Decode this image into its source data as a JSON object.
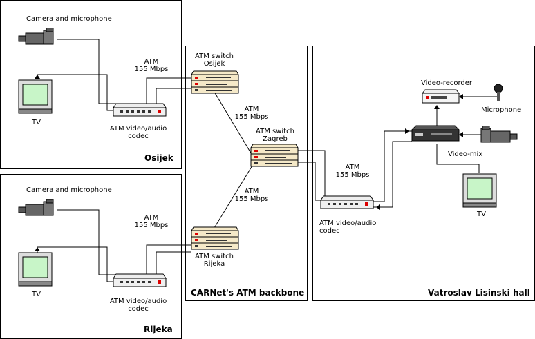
{
  "panels": {
    "osijek": {
      "title": "Osijek"
    },
    "rijeka": {
      "title": "Rijeka"
    },
    "backbone": {
      "title": "CARNet's ATM backbone"
    },
    "hall": {
      "title": "Vatroslav Lisinski hall"
    }
  },
  "labels": {
    "camera_osijek": "Camera and microphone",
    "tv_osijek": "TV",
    "codec_osijek_1": "ATM video/audio",
    "codec_osijek_2": "codec",
    "link_osijek_1": "ATM",
    "link_osijek_2": "155 Mbps",
    "camera_rijeka": "Camera and microphone",
    "tv_rijeka": "TV",
    "codec_rijeka_1": "ATM video/audio",
    "codec_rijeka_2": "codec",
    "link_rijeka_1": "ATM",
    "link_rijeka_2": "155 Mbps",
    "switch_osijek_1": "ATM switch",
    "switch_osijek_2": "Osijek",
    "switch_zagreb_1": "ATM switch",
    "switch_zagreb_2": "Zagreb",
    "switch_rijeka_1": "ATM switch",
    "switch_rijeka_2": "Rijeka",
    "bb_link_top_1": "ATM",
    "bb_link_top_2": "155 Mbps",
    "bb_link_bottom_1": "ATM",
    "bb_link_bottom_2": "155 Mbps",
    "hall_link_1": "ATM",
    "hall_link_2": "155 Mbps",
    "video_recorder": "Video-recorder",
    "microphone": "Microphone",
    "video_mix": "Video-mix",
    "tv_hall": "TV",
    "codec_hall_1": "ATM video/audio",
    "codec_hall_2": "codec"
  },
  "icons": {
    "camera": "video-camera-icon",
    "tv": "tv-icon",
    "codec": "atm-codec-icon",
    "switch": "atm-switch-icon",
    "recorder": "video-recorder-icon",
    "mixer": "video-mixer-icon",
    "mic": "microphone-icon"
  },
  "colors": {
    "screen": "#c8f5c8",
    "device": "#f5e9c8",
    "line": "#000000"
  }
}
